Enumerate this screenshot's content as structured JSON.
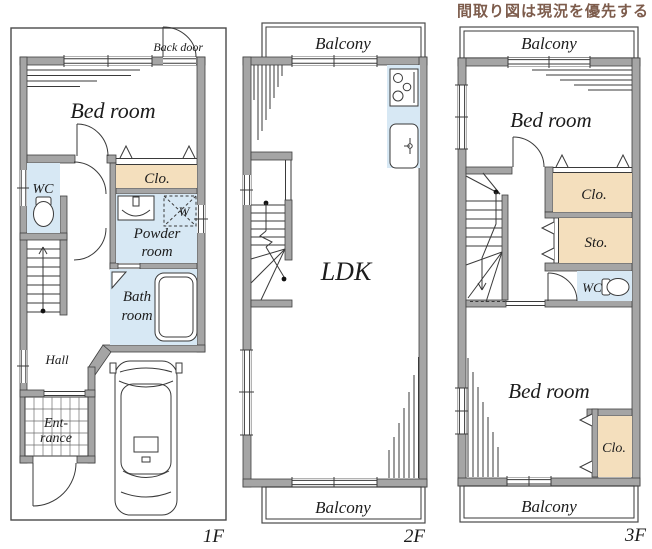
{
  "disclaimer": "間取り図は現況を優先する",
  "floor1": {
    "floor_label": "1F",
    "back_door": "Back door",
    "bedroom": "Bed room",
    "wc": "WC",
    "closet": "Clo.",
    "washer": "W",
    "powder1": "Powder",
    "powder2": "room",
    "bath1": "Bath",
    "bath2": "room",
    "hall": "Hall",
    "entrance1": "Ent-",
    "entrance2": "rance"
  },
  "floor2": {
    "floor_label": "2F",
    "balcony_top": "Balcony",
    "ldk": "LDK",
    "balcony_bottom": "Balcony"
  },
  "floor3": {
    "floor_label": "3F",
    "balcony_top": "Balcony",
    "bedroom_top": "Bed room",
    "closet_top": "Clo.",
    "storage": "Sto.",
    "wc": "WC",
    "bedroom_bottom": "Bed room",
    "closet_bottom": "Clo.",
    "balcony_bottom": "Balcony"
  },
  "colors": {
    "wall": "#a5a5a5",
    "wall_edge": "#3f3f3f",
    "wet_room": "#d7e8f4",
    "closet": "#f4dfbd",
    "line": "#3a3a3a",
    "disclaimer_text": "#7d5c4c",
    "label_text": "#1c1c1c"
  }
}
